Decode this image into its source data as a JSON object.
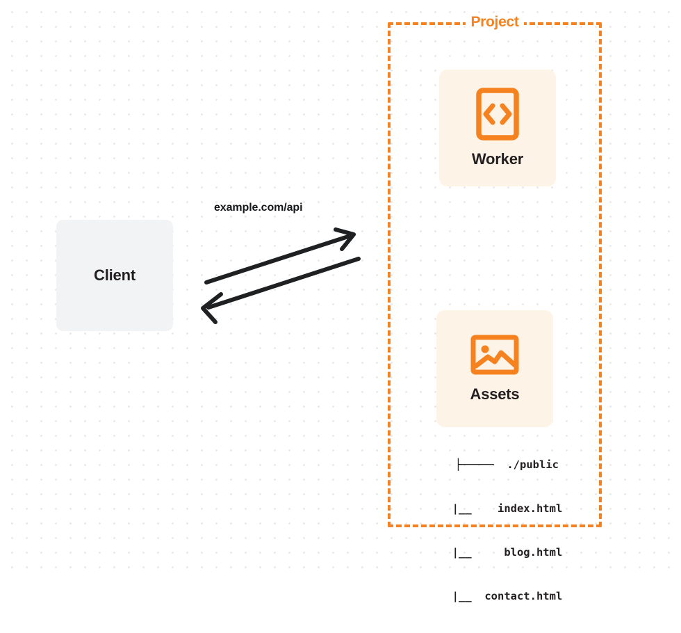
{
  "diagram": {
    "title": "Client to Project (Worker and Assets) request flow",
    "colors": {
      "accent_orange": "#f6821f",
      "card_background": "#fdf3e7",
      "client_background": "#f2f3f5",
      "text_dark": "#231f20",
      "grid_dot": "#e9e9ea",
      "arrow": "#1f2022"
    }
  },
  "client": {
    "label": "Client"
  },
  "connection": {
    "label": "example.com/api",
    "request_arrow_name": "arrow-client-to-project",
    "response_arrow_name": "arrow-project-to-client"
  },
  "project": {
    "title": "Project",
    "services": [
      {
        "label": "Worker",
        "icon": "code-brackets-icon"
      },
      {
        "label": "Assets",
        "icon": "image-icon"
      }
    ],
    "file_tree": {
      "rows": [
        "├─────  ./public",
        "     |__    index.html",
        "     |__     blog.html",
        "     |__  contact.html"
      ],
      "root": "./public",
      "files": [
        "index.html",
        "blog.html",
        "contact.html"
      ]
    }
  }
}
